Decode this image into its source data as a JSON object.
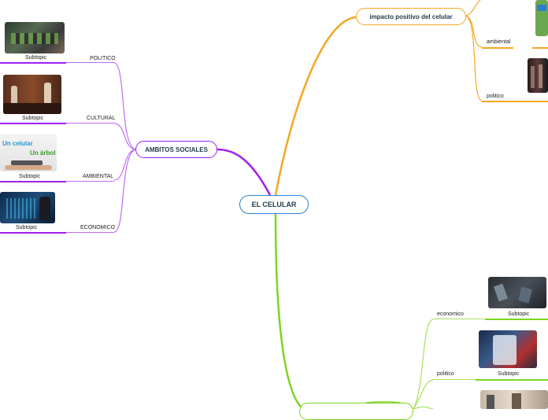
{
  "central": {
    "label": "EL CELULAR"
  },
  "branches": {
    "ambitos": {
      "label": "AMBITOS SOCIALES",
      "children": [
        {
          "label": "POLITICO",
          "subtopic": "Subtopic"
        },
        {
          "label": "CULTURAL",
          "subtopic": "Subtopic"
        },
        {
          "label": "AMBIENTAL",
          "subtopic": "Subtopic",
          "image_text_1": "Un celular",
          "image_text_2": "Un árbol"
        },
        {
          "label": "ECONOMICO",
          "subtopic": "Subtopic"
        }
      ]
    },
    "impacto": {
      "label": "impacto positivo del celular",
      "children": [
        {
          "label": "ambiental"
        },
        {
          "label": "politico"
        }
      ]
    },
    "bottom": {
      "children": [
        {
          "label": "economico",
          "subtopic": "Subtopic"
        },
        {
          "label": "politico",
          "subtopic": "Subtopic"
        }
      ]
    }
  },
  "colors": {
    "purple": "#a020f0",
    "orange": "#f5a623",
    "green": "#7ed321",
    "blue": "#2a7fd4"
  }
}
